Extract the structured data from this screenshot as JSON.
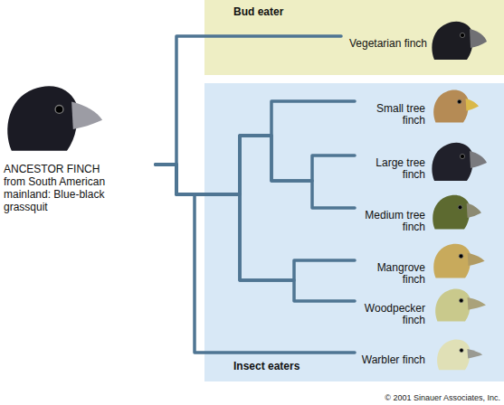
{
  "diagram": {
    "nodes": [
      {
        "text": [
          "ANCESTOR FINCH from South American mainland: Blue-black grassquit"
        ]
      },
      {
        "text": [
          "Bud eater"
        ]
      },
      {
        "text": [
          "Vegetarian finch"
        ],
        "in": 1
      },
      {
        "text": [
          "Insect eaters"
        ]
      },
      {
        "text": [
          "Small tree finch"
        ],
        "in": 3
      },
      {
        "text": [
          "Large tree finch"
        ],
        "in": 3
      },
      {
        "text": [
          "Medium tree finch"
        ],
        "in": 3
      },
      {
        "text": [
          "Mangrove finch"
        ],
        "in": 3
      },
      {
        "text": [
          "Woodpecker finch"
        ],
        "in": 3
      },
      {
        "text": [
          "Warbler finch"
        ],
        "in": 3
      }
    ],
    "edges": [
      {
        "from": 0,
        "to": 2,
        "arrow": "none"
      },
      {
        "from": 0,
        "to": 4,
        "arrow": "none"
      },
      {
        "from": 0,
        "to": 5,
        "arrow": "none"
      },
      {
        "from": 0,
        "to": 6,
        "arrow": "none"
      },
      {
        "from": 0,
        "to": 7,
        "arrow": "none"
      },
      {
        "from": 0,
        "to": 8,
        "arrow": "none"
      },
      {
        "from": 0,
        "to": 9,
        "arrow": "none"
      }
    ],
    "labels": [
      "© 2001 Sinauer Associates, Inc."
    ]
  }
}
